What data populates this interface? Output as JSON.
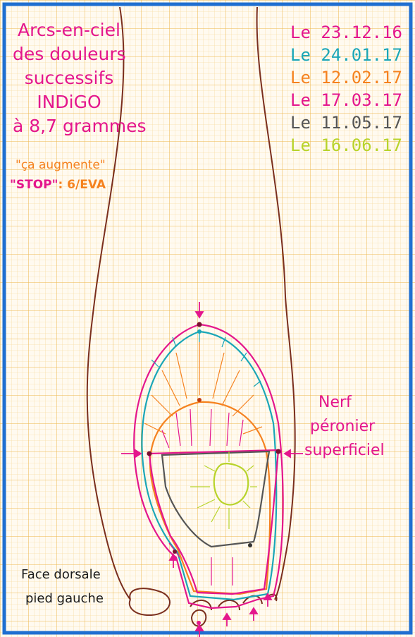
{
  "title_lines": [
    "Arcs-en-ciel",
    "des douleurs",
    "successifs",
    "INDiGO",
    "à 8,7 grammes"
  ],
  "note": {
    "line1": "\"ça augmente\"",
    "line2_stop": "\"STOP\"",
    "line2_rest": ": 6/EVA"
  },
  "dates": [
    {
      "text": "Le 23.12.16",
      "color": "#e4168c"
    },
    {
      "text": "Le 24.01.17",
      "color": "#1aa6b7"
    },
    {
      "text": "Le 12.02.17",
      "color": "#f5821f"
    },
    {
      "text": "Le 17.03.17",
      "color": "#e4168c"
    },
    {
      "text": "Le 11.05.17",
      "color": "#555555"
    },
    {
      "text": "Le 16.06.17",
      "color": "#b8d32a"
    }
  ],
  "nerve_label": [
    "Nerf",
    "péronier",
    "superficiel"
  ],
  "foot_label": [
    "Face dorsale",
    "pied gauche"
  ],
  "colors": {
    "grid_fine": "#f6d48a",
    "grid_major": "#eeb64a",
    "border": "#1f6fd1",
    "outline": "#7a2e1d"
  }
}
